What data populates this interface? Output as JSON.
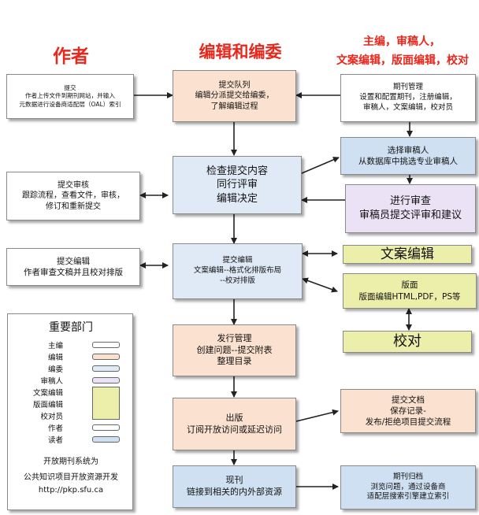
{
  "headers": {
    "author": "作者",
    "editor": "编辑和编委",
    "roles_line1": "主编，审稿人，",
    "roles_line2": "文案编辑，版面编辑，校对"
  },
  "boxes": {
    "author_submit": [
      "提交",
      "作者上传文件到期刊网站，并输入",
      "元数据进行设备商适配层（OAL）索引"
    ],
    "author_review": [
      "提交审核",
      "跟踪流程，查看文件，审核，",
      "修订和重新提交"
    ],
    "author_edit": [
      "提交编辑",
      "作者审查文稿并且校对排版"
    ],
    "queue": [
      "提交队列",
      "编辑分派提交给编委，",
      "了解编辑过程"
    ],
    "check": [
      "检查提交内容",
      "同行评审",
      "编辑决定"
    ],
    "submission_edit": [
      "提交编辑",
      "文案编辑--格式化排版布局",
      "--校对排版"
    ],
    "issue_mgmt": [
      "发行管理",
      "创建问题--提交附表",
      "整理目录"
    ],
    "publish": [
      "出版",
      "订阅开放访问或延迟访问"
    ],
    "current": [
      "现刊",
      "链接到相关的内外部资源"
    ],
    "journal_mgmt": [
      "期刊管理",
      "设置和配置期刊，注册编辑，",
      "审稿人，文案编辑，校对员"
    ],
    "select_reviewer": [
      "选择审稿人",
      "从数据库中挑选专业审稿人"
    ],
    "do_review": [
      "进行审查",
      "审稿员提交评审和建议"
    ],
    "copyedit": [
      "文案编辑"
    ],
    "layout": [
      "版面",
      "版面编辑HTML,PDF，PS等"
    ],
    "proofread": [
      "校对"
    ],
    "submit_docs": [
      "提交文档",
      "保存记录-",
      "发布/拒绝项目提交流程"
    ],
    "archive": [
      "期刊归档",
      "浏览问题，通过设备商",
      "适配层搜索引擎建立索引"
    ]
  },
  "legend": {
    "title": "重要部门",
    "items": [
      {
        "label": "主编",
        "color": "#ffffff"
      },
      {
        "label": "编辑",
        "color": "#fbe1cf"
      },
      {
        "label": "编委",
        "color": "#dfeaf6"
      },
      {
        "label": "审稿人",
        "color": "#ece2f5"
      },
      {
        "label": "文案编辑",
        "color": "#ecefaa"
      },
      {
        "label": "版面编辑",
        "color": "#ecefaa"
      },
      {
        "label": "校对员",
        "color": "#ecefaa"
      },
      {
        "label": "作者",
        "color": "#ffffff"
      },
      {
        "label": "读者",
        "color": "#cfe0f2"
      }
    ],
    "footer": [
      "开放期刊系统为",
      "公共知识项目开放资源开发",
      "http://pkp.sfu.ca"
    ]
  }
}
